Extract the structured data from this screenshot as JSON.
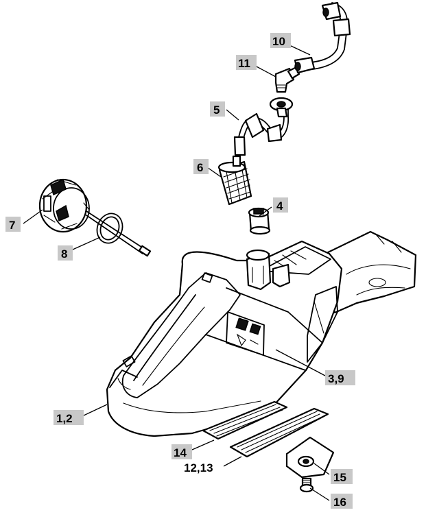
{
  "colors": {
    "label_bg": "#c8c8c8",
    "ink": "#000000",
    "paper": "#ffffff"
  },
  "callouts": {
    "c10": "10",
    "c11": "11",
    "c5": "5",
    "c6": "6",
    "c4": "4",
    "c7": "7",
    "c8": "8",
    "c39": "3,9",
    "c12": "1,2",
    "c14": "14",
    "c1213": "12,13",
    "c15": "15",
    "c16": "16"
  }
}
